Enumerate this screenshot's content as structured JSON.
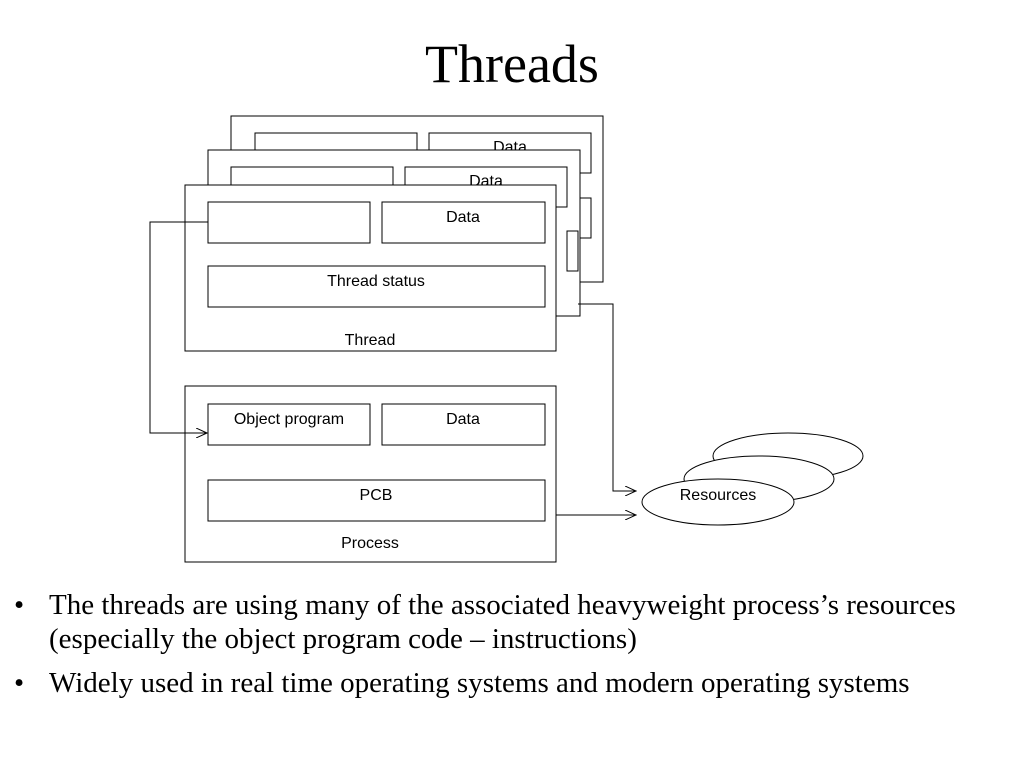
{
  "slide": {
    "title": "Threads"
  },
  "diagram": {
    "thread_stack": {
      "back_data_label": "Data",
      "middle_data_label": "Data",
      "front_data_label": "Data",
      "status_label": "Thread status",
      "caption": "Thread"
    },
    "process": {
      "object_program_label": "Object program",
      "data_label": "Data",
      "pcb_label": "PCB",
      "caption": "Process"
    },
    "resources": {
      "label": "Resources"
    }
  },
  "bullets": [
    {
      "bullet": "•",
      "text": "The threads are using many of the associated heavyweight process’s resources (especially the object program code – instructions)"
    },
    {
      "bullet": "•",
      "text": "Widely used in real time operating systems and modern operating systems"
    }
  ]
}
